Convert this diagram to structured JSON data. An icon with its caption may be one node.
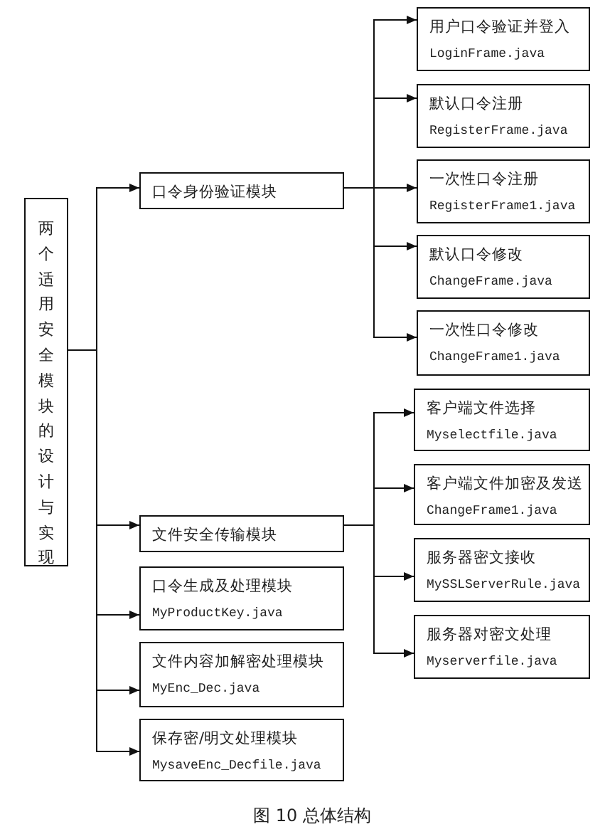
{
  "diagram": {
    "caption": "图 10 总体结构",
    "nodes": [
      {
        "text": [
          "两个适用安全模块的设计与实现"
        ]
      },
      {
        "text": [
          "口令身份验证模块"
        ]
      },
      {
        "text": [
          "用户口令验证并登入",
          "LoginFrame.java"
        ]
      },
      {
        "text": [
          "默认口令注册",
          "RegisterFrame.java"
        ]
      },
      {
        "text": [
          "一次性口令注册",
          "RegisterFrame1.java"
        ]
      },
      {
        "text": [
          "默认口令修改",
          "ChangeFrame.java"
        ]
      },
      {
        "text": [
          "一次性口令修改",
          "ChangeFrame1.java"
        ]
      },
      {
        "text": [
          "文件安全传输模块"
        ]
      },
      {
        "text": [
          "客户端文件选择",
          "Myselectfile.java"
        ]
      },
      {
        "text": [
          "客户端文件加密及发送",
          "ChangeFrame1.java"
        ]
      },
      {
        "text": [
          "服务器密文接收",
          "MySSLServerRule.java"
        ]
      },
      {
        "text": [
          "服务器对密文处理",
          "Myserverfile.java"
        ]
      },
      {
        "text": [
          "口令生成及处理模块",
          "MyProductKey.java"
        ]
      },
      {
        "text": [
          "文件内容加解密处理模块",
          "MyEnc_Dec.java"
        ]
      },
      {
        "text": [
          "保存密/明文处理模块",
          "MysaveEnc_Decfile.java"
        ]
      }
    ],
    "edges": [
      {
        "from": 0,
        "to": 1,
        "arrow": "to"
      },
      {
        "from": 0,
        "to": 7,
        "arrow": "to"
      },
      {
        "from": 0,
        "to": 12,
        "arrow": "to"
      },
      {
        "from": 0,
        "to": 13,
        "arrow": "to"
      },
      {
        "from": 0,
        "to": 14,
        "arrow": "to"
      },
      {
        "from": 1,
        "to": 2,
        "arrow": "to"
      },
      {
        "from": 1,
        "to": 3,
        "arrow": "to"
      },
      {
        "from": 1,
        "to": 4,
        "arrow": "to"
      },
      {
        "from": 1,
        "to": 5,
        "arrow": "to"
      },
      {
        "from": 1,
        "to": 6,
        "arrow": "to"
      },
      {
        "from": 7,
        "to": 8,
        "arrow": "to"
      },
      {
        "from": 7,
        "to": 9,
        "arrow": "to"
      },
      {
        "from": 7,
        "to": 10,
        "arrow": "to"
      },
      {
        "from": 7,
        "to": 11,
        "arrow": "to"
      }
    ]
  }
}
